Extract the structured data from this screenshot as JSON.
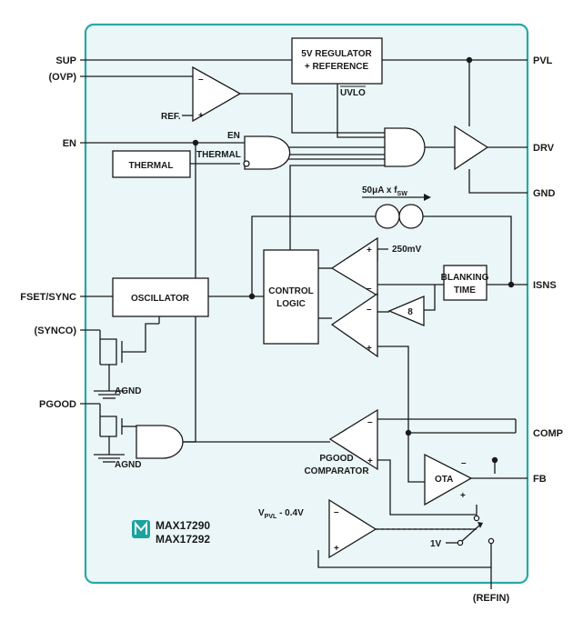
{
  "colors": {
    "background_panel": "#eaf6f7",
    "border": "#2aa8a6",
    "logo": "#1aa3a0",
    "line": "#1a1a1a"
  },
  "pins": {
    "sup": "SUP",
    "ovp": "(OVP)",
    "en": "EN",
    "fset_sync": "FSET/SYNC",
    "synco": "(SYNCO)",
    "pgood": "PGOOD",
    "pvl": "PVL",
    "drv": "DRV",
    "gnd": "GND",
    "isns": "ISNS",
    "comp": "COMP",
    "fb": "FB",
    "refin": "(REFIN)"
  },
  "blocks": {
    "regulator_line1": "5V REGULATOR",
    "regulator_line2": "+ REFERENCE",
    "uvlo": "UVLO",
    "thermal": "THERMAL",
    "oscillator": "OSCILLATOR",
    "control_line1": "CONTROL",
    "control_line2": "LOGIC",
    "blanking_line1": "BLANKING",
    "blanking_line2": "TIME",
    "ota": "OTA",
    "gain": "8"
  },
  "labels": {
    "ref": "REF.",
    "and_en": "EN",
    "and_thermal": "THERMAL",
    "current_source": "50μA x f",
    "current_source_sub": "SW",
    "v250": "250mV",
    "agnd1": "AGND",
    "agnd2": "AGND",
    "pgood_comp_line1": "PGOOD",
    "pgood_comp_line2": "COMPARATOR",
    "vpvl_prefix": "V",
    "vpvl_sub": "PVL",
    "vpvl_suffix": " - 0.4V",
    "v1": "1V",
    "plus": "+",
    "minus": "–"
  },
  "logo": {
    "icon": "maxim-logo-icon",
    "part1": "MAX17290",
    "part2": "MAX17292"
  }
}
